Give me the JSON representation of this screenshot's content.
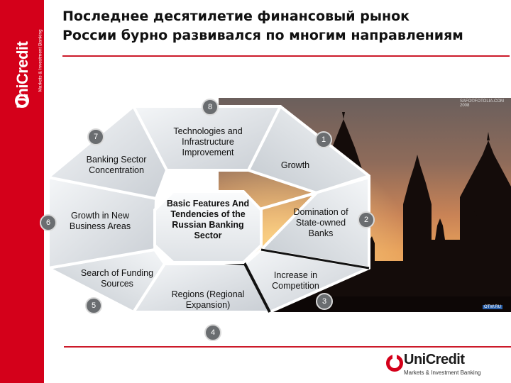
{
  "title": {
    "line1": "Последнее десятилетие финансовый рынок",
    "line2": "России бурно развивался по многим направлениям"
  },
  "brand": {
    "name": "UniCredit",
    "tagline": "Markets & Investment Banking",
    "accent_color": "#d4001a"
  },
  "photo": {
    "credit_top": "SAFO©FOTOLIA.COM 2008",
    "credit_bottom": "OTW.RU"
  },
  "diagram": {
    "center": "Basic Features And Tendencies of the Russian Banking Sector",
    "segments": [
      {
        "number": "1",
        "label": "Growth"
      },
      {
        "number": "2",
        "label": "Domination of State-owned Banks"
      },
      {
        "number": "3",
        "label": "Increase in Competition"
      },
      {
        "number": "4",
        "label": "Regions (Regional Expansion)"
      },
      {
        "number": "5",
        "label": "Search of Funding Sources"
      },
      {
        "number": "6",
        "label": "Growth in New Business Areas"
      },
      {
        "number": "7",
        "label": "Banking Sector Concentration"
      },
      {
        "number": "8",
        "label": "Technologies and Infrastructure Improvement"
      }
    ]
  }
}
